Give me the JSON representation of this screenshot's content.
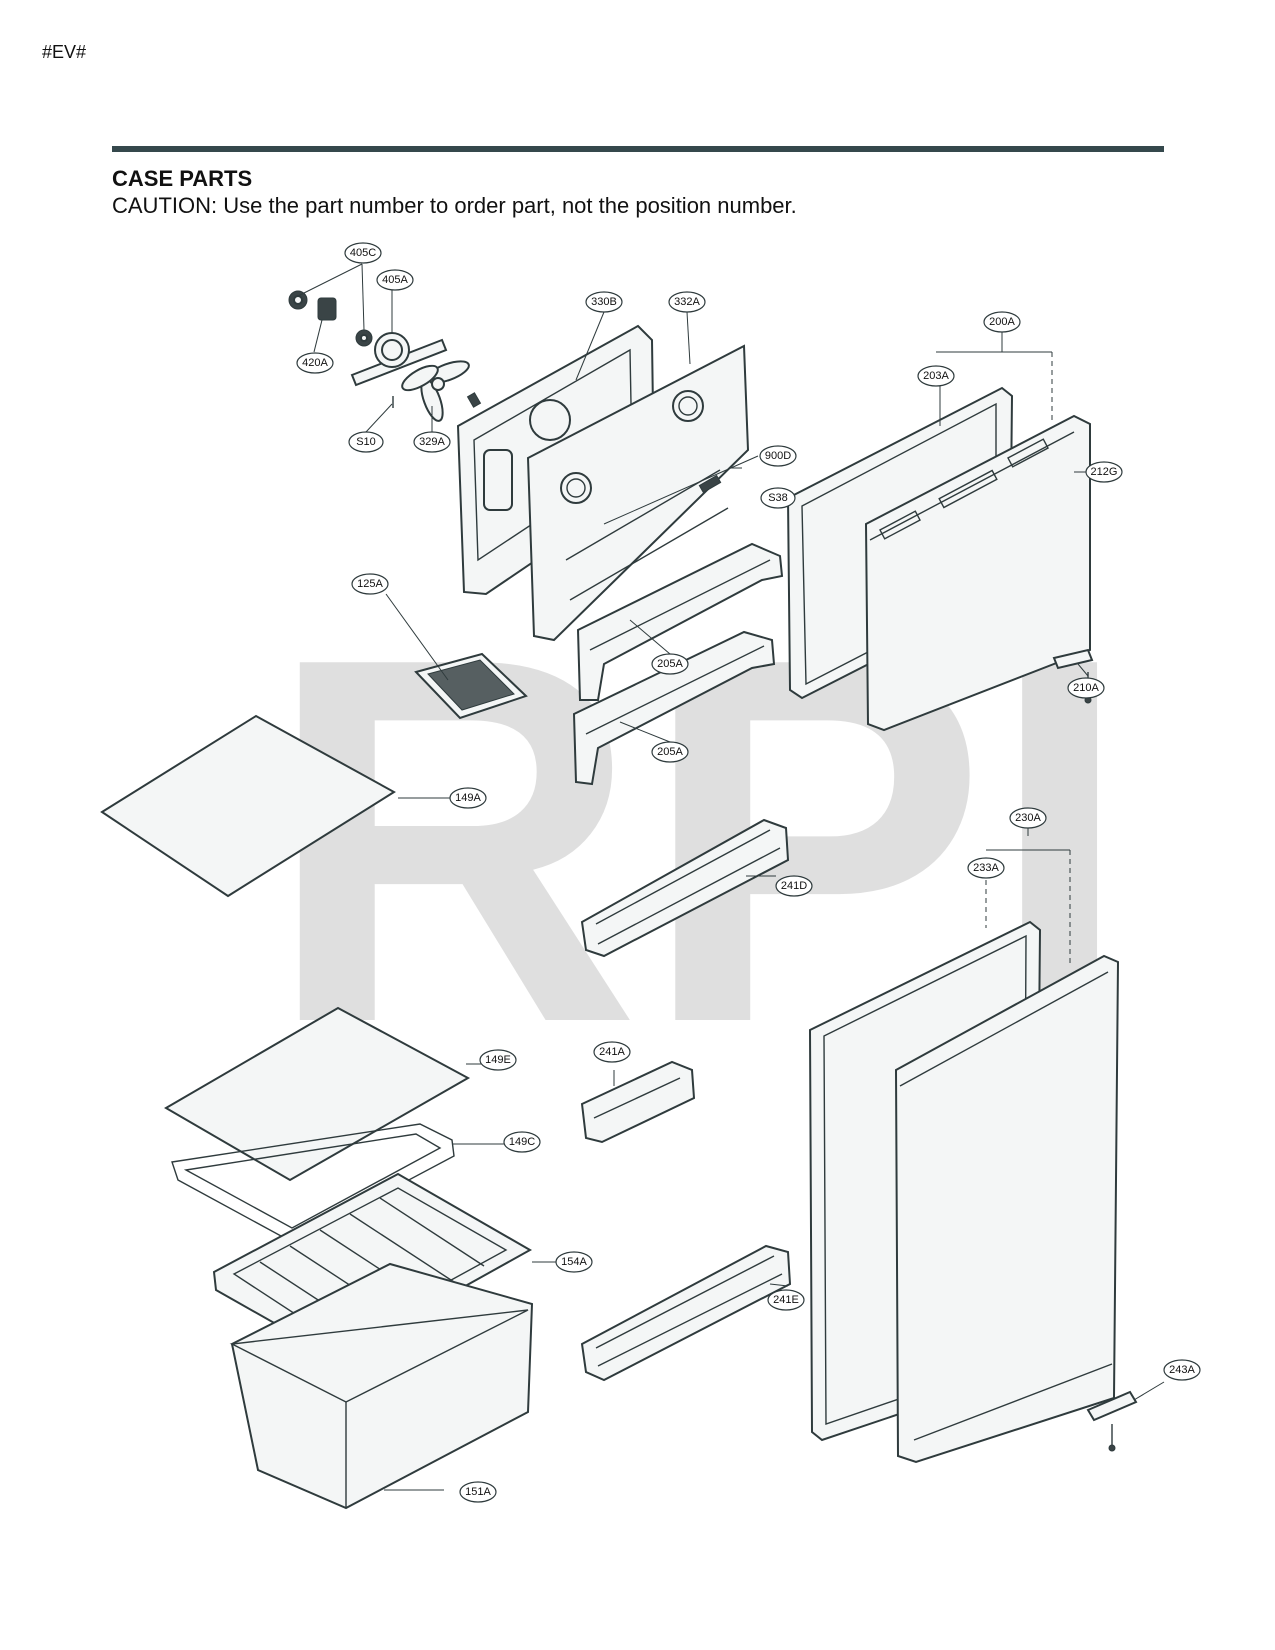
{
  "header": {
    "doc_code": "#EV#",
    "title": "CASE PARTS",
    "caution": "CAUTION: Use the part number to order part, not the position number."
  },
  "watermark": "RPI",
  "callouts": {
    "c405C": "405C",
    "c405A": "405A",
    "c420A": "420A",
    "cS10": "S10",
    "c329A": "329A",
    "c330B": "330B",
    "c332A": "332A",
    "c900D": "900D",
    "cS38": "S38",
    "c200A": "200A",
    "c203A": "203A",
    "c212G": "212G",
    "c125A": "125A",
    "c205A_1": "205A",
    "c205A_2": "205A",
    "c210A": "210A",
    "c149A": "149A",
    "c241D": "241D",
    "c230A": "230A",
    "c233A": "233A",
    "c149E": "149E",
    "c241A": "241A",
    "c149C": "149C",
    "c154A": "154A",
    "c241E": "241E",
    "c243A": "243A",
    "c151A": "151A"
  },
  "colors": {
    "rule": "#35484c",
    "line": "#2f3b3d",
    "watermark": "#9a9a9a"
  }
}
